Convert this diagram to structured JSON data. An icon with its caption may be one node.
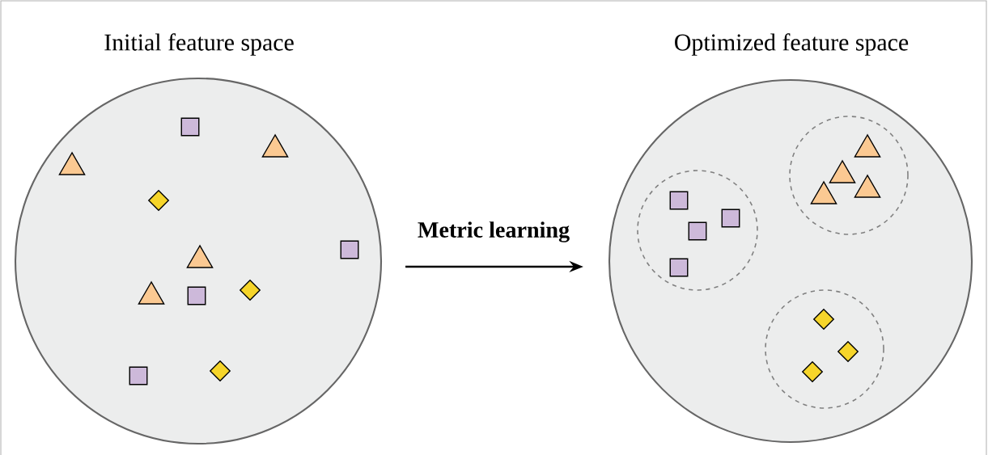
{
  "diagram": {
    "nodes": [
      {
        "text": [
          "Initial feature space"
        ]
      },
      {
        "text": [
          "Optimized feature space"
        ]
      },
      {
        "text": [],
        "shape": "circle",
        "in": 1
      },
      {
        "text": [],
        "shape": "circle",
        "in": 1
      },
      {
        "text": [],
        "shape": "circle",
        "in": 1
      },
      {
        "text": [],
        "shape": "box",
        "in": 0
      },
      {
        "text": [],
        "shape": "triangle",
        "in": 0
      },
      {
        "text": [],
        "shape": "triangle",
        "in": 0
      },
      {
        "text": [],
        "shape": "diamond",
        "in": 0
      },
      {
        "text": [],
        "shape": "box",
        "in": 0
      },
      {
        "text": [],
        "shape": "triangle",
        "in": 0
      },
      {
        "text": [],
        "shape": "triangle",
        "in": 0
      },
      {
        "text": [],
        "shape": "box",
        "in": 0
      },
      {
        "text": [],
        "shape": "diamond",
        "in": 0
      },
      {
        "text": [],
        "shape": "box",
        "in": 0
      },
      {
        "text": [],
        "shape": "diamond",
        "in": 0
      },
      {
        "text": [],
        "shape": "box",
        "in": 2
      },
      {
        "text": [],
        "shape": "box",
        "in": 2
      },
      {
        "text": [],
        "shape": "box",
        "in": 2
      },
      {
        "text": [],
        "shape": "box",
        "in": 2
      },
      {
        "text": [],
        "shape": "triangle",
        "in": 3
      },
      {
        "text": [],
        "shape": "triangle",
        "in": 3
      },
      {
        "text": [],
        "shape": "triangle",
        "in": 3
      },
      {
        "text": [],
        "shape": "triangle",
        "in": 3
      },
      {
        "text": [],
        "shape": "diamond",
        "in": 4
      },
      {
        "text": [],
        "shape": "diamond",
        "in": 4
      },
      {
        "text": [],
        "shape": "diamond",
        "in": 4
      }
    ],
    "edges": [
      {
        "from": 0,
        "to": 1,
        "arrow": "to",
        "label": "Metric learning"
      }
    ]
  }
}
